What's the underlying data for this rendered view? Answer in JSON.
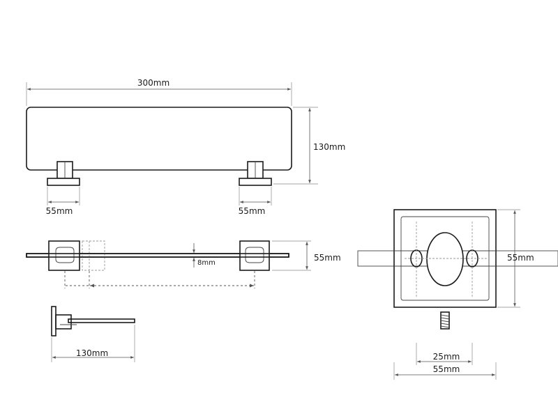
{
  "dimensions": {
    "top_width": "300mm",
    "top_height": "130mm",
    "left_base": "55mm",
    "right_base": "55mm",
    "front_height": "55mm",
    "glass_thickness": "8mm",
    "side_depth": "130mm",
    "detail_height": "55mm",
    "screw_length": "25mm",
    "detail_width": "55mm"
  }
}
